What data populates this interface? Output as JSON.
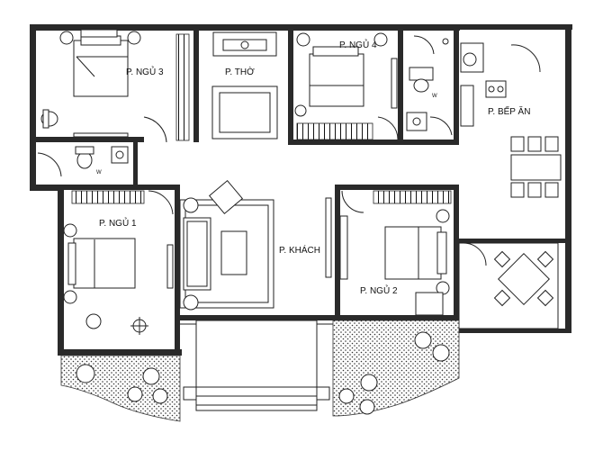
{
  "rooms": {
    "bed3": "P. NGỦ 3",
    "shrine": "P. THỜ",
    "bed4": "P. NGỦ 4",
    "kitchen": "P. BẾP ĂN",
    "bed1": "P. NGỦ 1",
    "living": "P. KHÁCH",
    "bed2": "P. NGỦ 2",
    "wc1": "W",
    "wc2": "W"
  },
  "colors": {
    "wall": "#2a2a2a",
    "line": "#222222",
    "paper": "#ffffff"
  }
}
